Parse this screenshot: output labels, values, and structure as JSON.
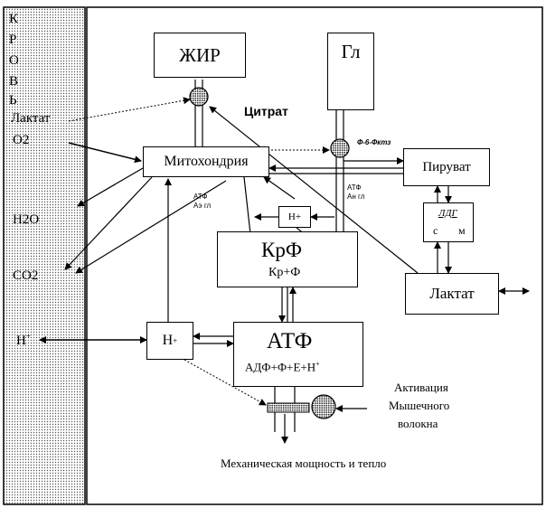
{
  "blood": {
    "letters": [
      "К",
      "Р",
      "О",
      "В",
      "Ь"
    ],
    "lactate": "Лактат",
    "o2": "О2",
    "h2o": "H2O",
    "co2": "CO2",
    "h_plus": "H",
    "plus": "+"
  },
  "boxes": {
    "fat": "ЖИР",
    "glucose": "Гл",
    "mitochondria": "Митохондрия",
    "pyruvate": "Пируват",
    "ldh": "ЛДГ",
    "ldh_c": "с",
    "ldh_m": "м",
    "small_h": "Н+",
    "crp": "КрФ",
    "crp_sub": "Кр+Ф",
    "lactate": "Лактат",
    "h_plus": "Н",
    "plus": "+",
    "atp": "АТФ",
    "atp_sub": "АДФ+Ф+Е+Н",
    "atp_sub_plus": "+"
  },
  "labels": {
    "citrate": "Цитрат",
    "f6fk": "Ф-6-Фктз",
    "atp_left_1": "АТФ",
    "atp_left_2": "Аэ гл",
    "atp_right_1": "АТФ",
    "atp_right_2": "Ан гл",
    "activation_1": "Активация",
    "activation_2": "Мышечного",
    "activation_3": "волокна",
    "mechanical": "Механическая мощность  и тепло"
  }
}
